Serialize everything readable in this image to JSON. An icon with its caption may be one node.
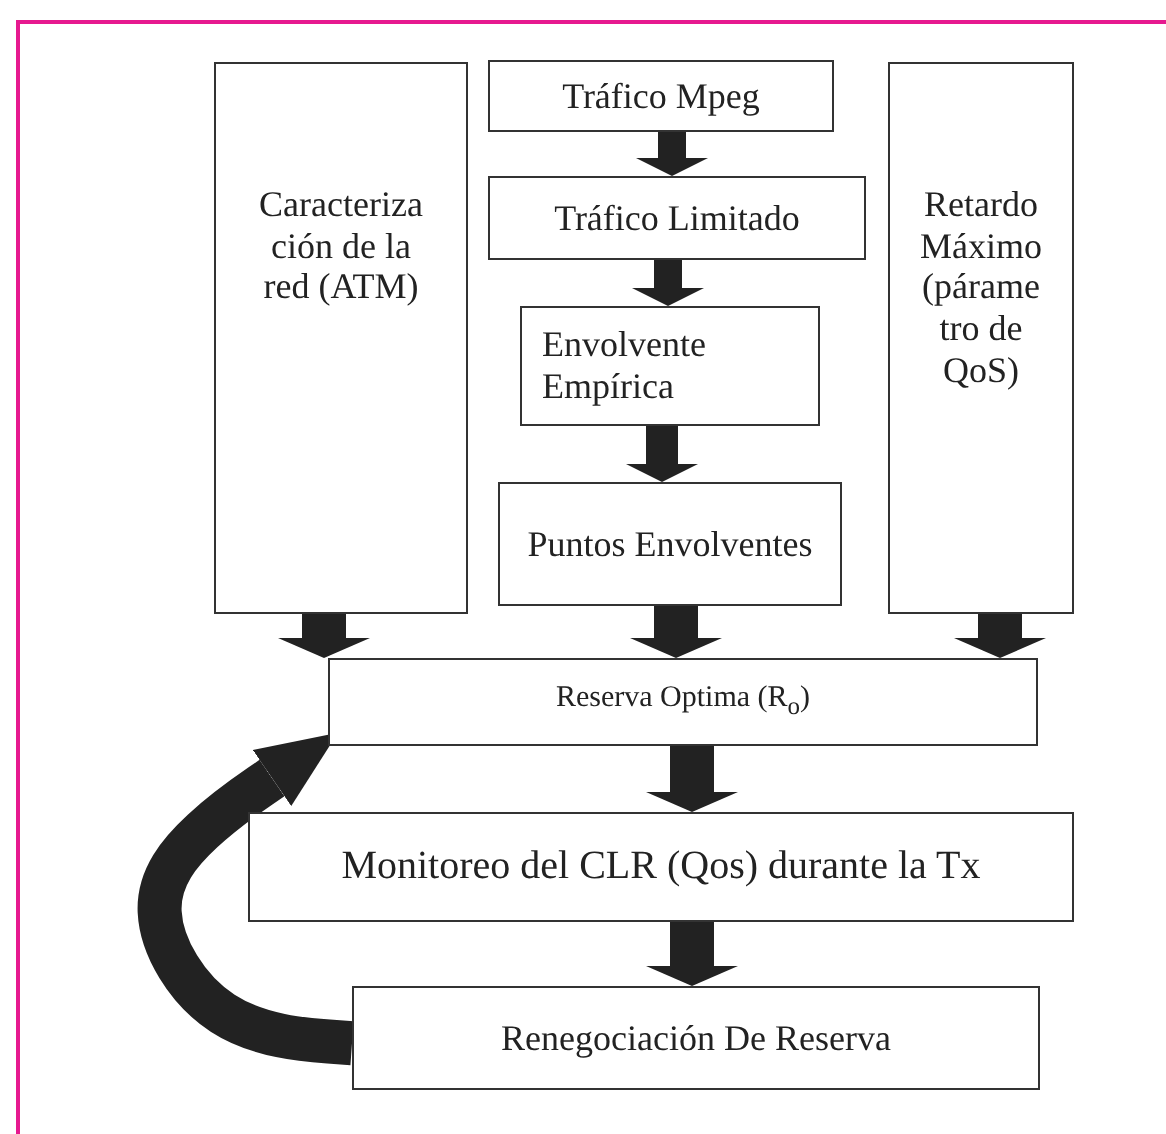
{
  "diagram": {
    "nodes": [
      {
        "text": [
          "Caracteriza ción de la red (ATM)"
        ]
      },
      {
        "text": [
          "Tráfico Mpeg"
        ]
      },
      {
        "text": [
          "Tráfico Limitado"
        ]
      },
      {
        "text": [
          "Envolvente Empírica"
        ]
      },
      {
        "text": [
          "Puntos Envolventes"
        ]
      },
      {
        "text": [
          "Retardo Máximo (párame tro de QoS)"
        ]
      },
      {
        "text": [
          "Reserva Optima (R$_{o}$)"
        ]
      },
      {
        "text": [
          "Monitoreo del CLR (Qos) durante  la Tx"
        ]
      },
      {
        "text": [
          "Renegociación De Reserva"
        ]
      }
    ],
    "edges": [
      {
        "from": 1,
        "to": 2,
        "arrow": "to"
      },
      {
        "from": 2,
        "to": 3,
        "arrow": "to"
      },
      {
        "from": 3,
        "to": 4,
        "arrow": "to"
      },
      {
        "from": 0,
        "to": 6,
        "arrow": "to"
      },
      {
        "from": 4,
        "to": 6,
        "arrow": "to"
      },
      {
        "from": 5,
        "to": 6,
        "arrow": "to"
      },
      {
        "from": 6,
        "to": 7,
        "arrow": "to"
      },
      {
        "from": 7,
        "to": 8,
        "arrow": "to"
      },
      {
        "from": 8,
        "to": 6,
        "arrow": "to"
      }
    ]
  }
}
